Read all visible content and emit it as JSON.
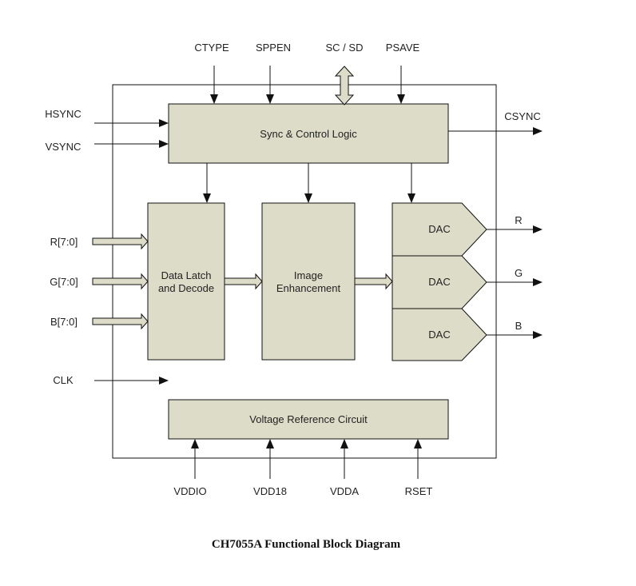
{
  "colors": {
    "block_fill": "#dcdcc8",
    "stroke": "#111111",
    "background": "#ffffff"
  },
  "inputs_top": {
    "ctype": "CTYPE",
    "sppen": "SPPEN",
    "scsd": "SC / SD",
    "psave": "PSAVE"
  },
  "inputs_left": {
    "hsync": "HSYNC",
    "vsync": "VSYNC",
    "r": "R[7:0]",
    "g": "G[7:0]",
    "b": "B[7:0]",
    "clk": "CLK"
  },
  "outputs_right": {
    "csync": "CSYNC",
    "r": "R",
    "g": "G",
    "b": "B"
  },
  "inputs_bottom": {
    "vddio": "VDDIO",
    "vdd18": "VDD18",
    "vdda": "VDDA",
    "rset": "RSET"
  },
  "blocks": {
    "sync_control": "Sync & Control Logic",
    "data_latch_line1": "Data Latch",
    "data_latch_line2": "and Decode",
    "image_enh_line1": "Image",
    "image_enh_line2": "Enhancement",
    "dac1": "DAC",
    "dac2": "DAC",
    "dac3": "DAC",
    "voltage_ref": "Voltage Reference Circuit"
  },
  "caption": "CH7055A Functional Block Diagram"
}
